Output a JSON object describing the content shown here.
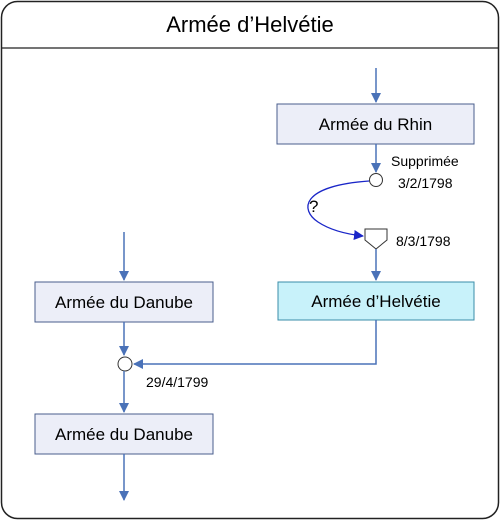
{
  "title": "Armée d’Helvétie",
  "colors": {
    "arrow": "#4a72b8",
    "curve_arrow": "#1a26c8",
    "box_fill": "#eceef8",
    "box_border": "#4a5e8c",
    "highlight_fill": "#c8f2fa",
    "highlight_border": "#3a8ca8"
  },
  "boxes": {
    "rhin": "Armée du Rhin",
    "helvetie": "Armée d’Helvétie",
    "danube_1": "Armée du Danube",
    "danube_2": "Armée du Danube"
  },
  "annotations": {
    "supprimee": "Supprimée",
    "date_1": "3/2/1798",
    "question": "?",
    "date_2": "8/3/1798",
    "date_3": "29/4/1799"
  }
}
